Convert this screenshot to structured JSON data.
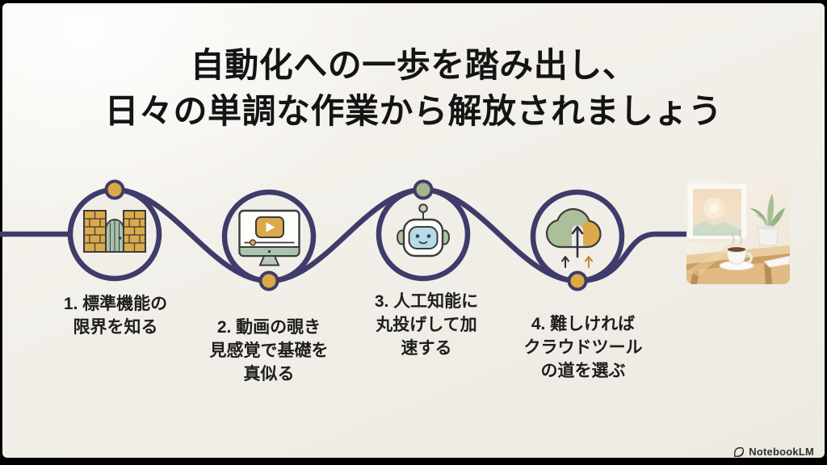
{
  "title": {
    "lines": [
      "自動化への一歩を踏み出し、",
      "日々の単調な作業から解放されましょう"
    ]
  },
  "steps": [
    {
      "icon": "brick-gate-icon",
      "node_position": "top",
      "node_color": "#dcaa45",
      "lines": [
        "1. 標準機能の",
        "限界を知る"
      ]
    },
    {
      "icon": "video-monitor-icon",
      "node_position": "bottom",
      "node_color": "#dcaa45",
      "lines": [
        "2. 動画の覗き",
        "見感覚で基礎を",
        "真似る"
      ]
    },
    {
      "icon": "robot-icon",
      "node_position": "top",
      "node_color": "#a3b487",
      "lines": [
        "3. 人工知能に",
        "丸投げして加",
        "速する"
      ]
    },
    {
      "icon": "cloud-upload-icon",
      "node_position": "bottom",
      "node_color": "#dcaa45",
      "lines": [
        "4. 難しければ",
        "クラウドツール",
        "の道を選ぶ"
      ]
    }
  ],
  "illustration": {
    "icon": "desk-coffee-window-illustration",
    "description": "steaming coffee cup and potted plant on a wooden desk by a sunny window"
  },
  "footer": {
    "brand": "NotebookLM",
    "icon": "notebooklm-logo-icon"
  },
  "colors": {
    "frame": "#000000",
    "background": "#f1eee8",
    "connector_line": "#3f3b6b",
    "gold": "#dcaa45",
    "sage": "#a3b487",
    "title_text": "#141414",
    "label_text": "#1e1e1e"
  }
}
